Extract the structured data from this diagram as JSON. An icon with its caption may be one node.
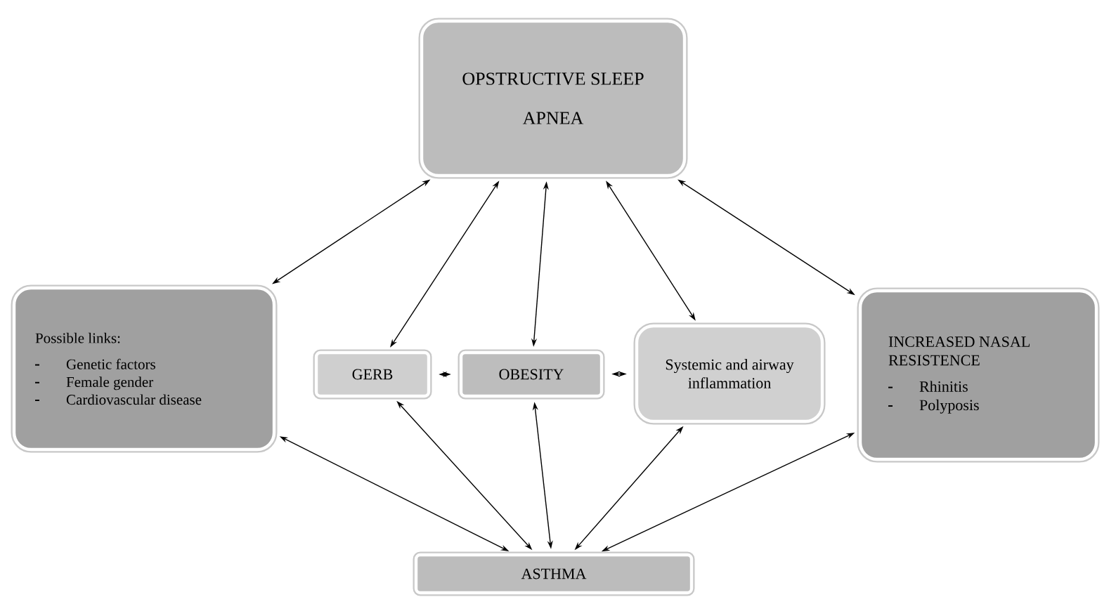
{
  "diagram": {
    "nodes": [
      {
        "text": [
          "OPSTRUCTIVE SLEEP APNEA"
        ]
      },
      {
        "text": [
          "Possible links:",
          "Genetic factors",
          "Female gender",
          "Cardiovascular disease"
        ]
      },
      {
        "text": [
          "GERB"
        ]
      },
      {
        "text": [
          "OBESITY"
        ]
      },
      {
        "text": [
          "Systemic and airway inflammation"
        ]
      },
      {
        "text": [
          "INCREASED NASAL RESISTENCE",
          "Rhinitis",
          "Polyposis"
        ]
      },
      {
        "text": [
          "ASTHMA"
        ]
      }
    ],
    "edges": [
      {
        "from": 0,
        "to": 1,
        "arrow": "both"
      },
      {
        "from": 0,
        "to": 2,
        "arrow": "both"
      },
      {
        "from": 0,
        "to": 3,
        "arrow": "both"
      },
      {
        "from": 0,
        "to": 4,
        "arrow": "both"
      },
      {
        "from": 0,
        "to": 5,
        "arrow": "both"
      },
      {
        "from": 2,
        "to": 3,
        "arrow": "both"
      },
      {
        "from": 3,
        "to": 4,
        "arrow": "both"
      },
      {
        "from": 1,
        "to": 6,
        "arrow": "both"
      },
      {
        "from": 2,
        "to": 6,
        "arrow": "both"
      },
      {
        "from": 3,
        "to": 6,
        "arrow": "both"
      },
      {
        "from": 4,
        "to": 6,
        "arrow": "both"
      },
      {
        "from": 5,
        "to": 6,
        "arrow": "both"
      }
    ]
  }
}
